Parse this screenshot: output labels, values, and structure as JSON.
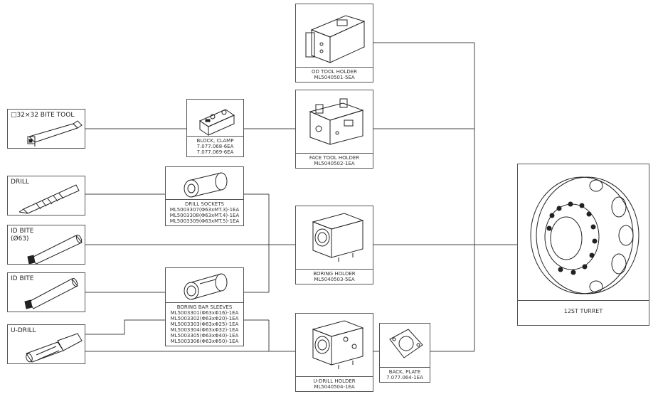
{
  "tools": {
    "bite_tool": "□32×32 BITE TOOL",
    "drill": "DRILL",
    "id_bite_63": "ID BITE\n(Ø63)",
    "id_bite": "ID BITE",
    "u_drill": "U-DRILL"
  },
  "block_clamp": {
    "title": "BLOCK, CLAMP",
    "parts": [
      "7.077.068-6EA",
      "7.077.069-6EA"
    ]
  },
  "drill_sockets": {
    "title": "DRILL SOCKETS",
    "parts": [
      "ML5003307(Φ63xMT.3)-1EA",
      "ML5003308(Φ63xMT.4)-1EA",
      "ML5003309(Φ63xMT.5)-1EA"
    ]
  },
  "boring_sleeves": {
    "title": "BORING BAR SLEEVES",
    "parts": [
      "ML5003301(Φ63xΦ16)-1EA",
      "ML5003302(Φ63xΦ20)-1EA",
      "ML5003303(Φ63xΦ25)-1EA",
      "ML5003304(Φ63xΦ32)-1EA",
      "ML5003305(Φ63xΦ40)-1EA",
      "ML5003306(Φ63xΦ50)-1EA"
    ]
  },
  "od_holder": {
    "title": "OD TOOL HOLDER",
    "part": "ML5040501-5EA"
  },
  "face_holder": {
    "title": "FACE TOOL HOLDER",
    "part": "ML5040502-1EA"
  },
  "boring_holder": {
    "title": "BORING HOLDER",
    "part": "ML5040503-5EA"
  },
  "udrill_holder": {
    "title": "U-DRILL HOLDER",
    "part": "ML5040504-1EA"
  },
  "back_plate": {
    "title": "BACK, PLATE",
    "part": "7.077.064-1EA"
  },
  "turret": {
    "title": "12ST TURRET"
  }
}
